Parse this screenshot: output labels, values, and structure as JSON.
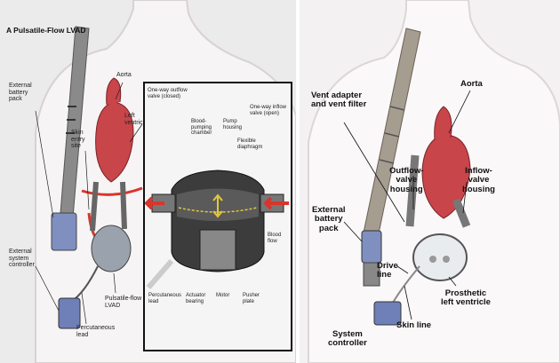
{
  "left": {
    "title": "A Pulsatile-Flow LVAD",
    "labels": {
      "external_battery_pack": "External\nbattery\npack",
      "aorta": "Aorta",
      "left_ventricle": "Left\nventricle",
      "skin_entry_site": "Skin\nentry\nsite",
      "external_system_controller": "External\nsystem\ncontroller",
      "percutaneous_lead": "Percutaneous\nlead",
      "pulsatile_flow_lvad": "Pulsatile-flow\nLVAD"
    },
    "inset_labels": {
      "one_way_outflow_valve": "One-way outflow\nvalve (closed)",
      "blood_pumping_chamber": "Blood-\npumping\nchamber",
      "pump_housing": "Pump\nhousing",
      "one_way_inflow_valve": "One-way inflow\nvalve (open)",
      "flexible_diaphragm": "Flexible\ndiaphragm",
      "blood_flow": "Blood\nflow",
      "percutaneous_lead": "Percutaneous\nlead",
      "actuator_bearing": "Actuator\nbearing",
      "motor": "Motor",
      "pusher_plate": "Pusher\nplate"
    }
  },
  "right": {
    "labels": {
      "vent_adapter": "Vent adapter\nand vent filter",
      "aorta": "Aorta",
      "outflow_valve_housing": "Outflow-\nvalve\nhousing",
      "inflow_valve_housing": "Inflow-\nvalve\nhousing",
      "external_battery_pack": "External\nbattery\npack",
      "drive_line": "Drive\nline",
      "prosthetic_left_ventricle": "Prosthetic\nleft ventricle",
      "skin_line": "Skin line",
      "system_controller": "System\ncontroller"
    }
  },
  "colors": {
    "skin": "#f2f0f0",
    "heart": "#c8454a",
    "device": "#9aa3ad",
    "controller": "#6f7fb8",
    "arrow": "#d9352c"
  }
}
